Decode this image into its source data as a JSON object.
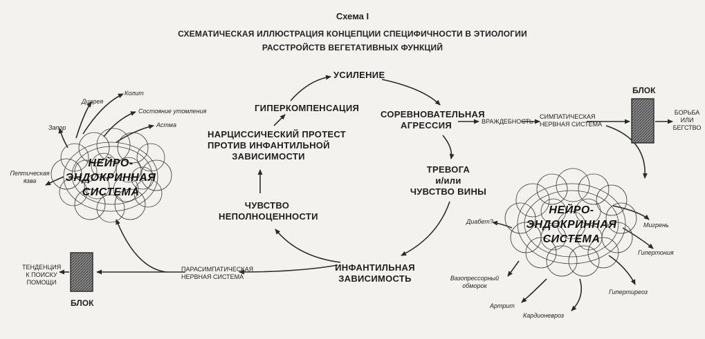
{
  "title": {
    "scheme": "Схема I",
    "line1": "СХЕМАТИЧЕСКАЯ ИЛЛЮСТРАЦИЯ КОНЦЕПЦИИ СПЕЦИФИЧНОСТИ В ЭТИОЛОГИИ",
    "line2": "РАССТРОЙСТВ ВЕГЕТАТИВНЫХ ФУНКЦИЙ"
  },
  "cycle": {
    "usilenie": "УСИЛЕНИЕ",
    "sorev_1": "СОРЕВНОВАТЕЛЬНАЯ",
    "sorev_2": "АГРЕССИЯ",
    "trevoga_1": "ТРЕВОГА",
    "trevoga_2": "и/или",
    "trevoga_3": "ЧУВСТВО ВИНЫ",
    "infant_1": "ИНФАНТИЛЬНАЯ",
    "infant_2": "ЗАВИСИМОСТЬ",
    "chuvstvo_1": "ЧУВСТВО",
    "chuvstvo_2": "НЕПОЛНОЦЕННОСТИ",
    "narc_1": "НАРЦИССИЧЕСКИЙ ПРОТЕСТ",
    "narc_2": "ПРОТИВ ИНФАНТИЛЬНОЙ",
    "narc_3": "ЗАВИСИМОСТИ",
    "giper": "ГИПЕРКОМПЕНСАЦИЯ"
  },
  "right_branch": {
    "vrazhd": "ВРАЖДЕБНОСТЬ",
    "symp_1": "СИМПАТИЧЕСКАЯ",
    "symp_2": "НЕРВНАЯ СИСТЕМА",
    "block": "БЛОК",
    "borba_1": "БОРЬБА",
    "borba_2": "ИЛИ",
    "borba_3": "БЕГСТВО",
    "neuro_1": "НЕЙРО-",
    "neuro_2": "ЭНДОКРИННАЯ",
    "neuro_3": "СИСТЕМА",
    "disorders": {
      "diabet": "Диабет?",
      "migren": "Мигрень",
      "gipertonia": "Гипертония",
      "vazo_1": "Вазопрессорный",
      "vazo_2": "обморок",
      "gipertireoz": "Гипертиреоз",
      "artrit": "Артрит",
      "kardio": "Кардионевроз"
    }
  },
  "left_branch": {
    "paras_1": "ПАРАСИМПАТИЧЕСКАЯ",
    "paras_2": "НЕРВНАЯ СИСТЕМА",
    "block": "БЛОК",
    "tend_1": "ТЕНДЕНЦИЯ",
    "tend_2": "К ПОИСКУ",
    "tend_3": "ПОМОЩИ",
    "neuro_1": "НЕЙРО-",
    "neuro_2": "ЭНДОКРИННАЯ",
    "neuro_3": "СИСТЕМА",
    "disorders": {
      "kolit": "Колит",
      "diarea": "Диарея",
      "sost": "Состояние утомления",
      "astma": "Астма",
      "zapor": "Запор",
      "peptich_1": "Пептическая",
      "peptich_2": "язва"
    }
  },
  "colors": {
    "ink": "#2a2a2a",
    "paper": "#f3f2ee",
    "block": "#6a6a6a"
  }
}
